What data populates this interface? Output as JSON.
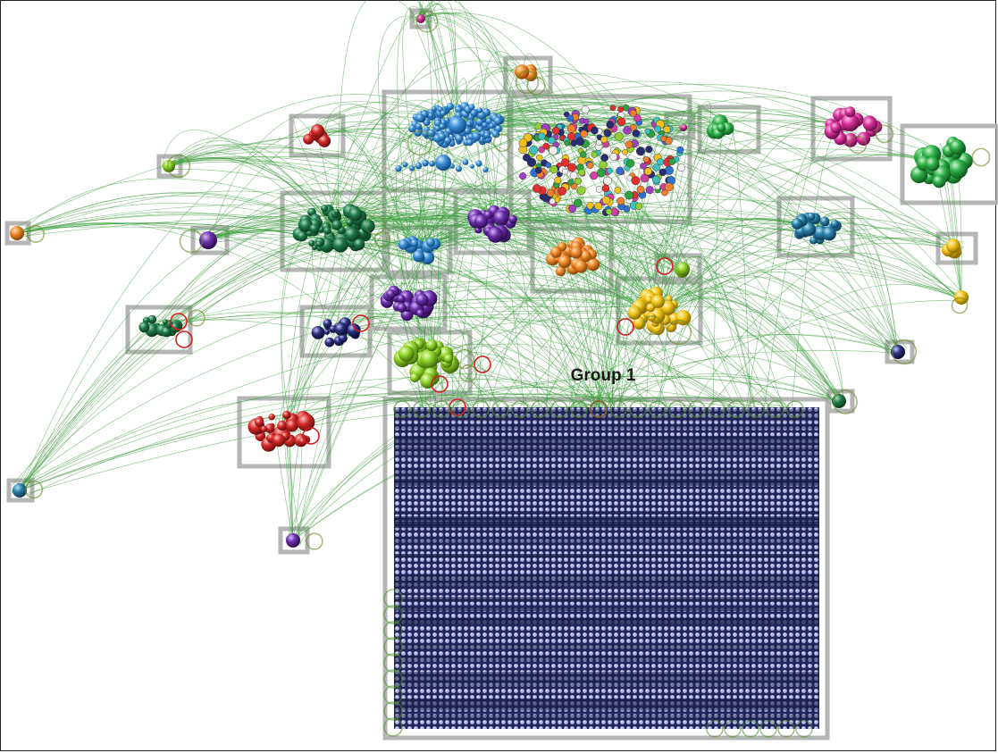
{
  "diagram": {
    "group_label": "Group 1",
    "colors": {
      "edge": "#3a9a3a",
      "self_loop": "#d42020",
      "group_box": "#b5b5b5",
      "group1_fill": "#2a2d60",
      "group1_node": "#b8c0e8"
    },
    "clusters": [
      {
        "id": "c-blue-top",
        "color": "#3b8fd6"
      },
      {
        "id": "c-multicolor",
        "color": "multi"
      },
      {
        "id": "c-red-small",
        "color": "#d42a2a"
      },
      {
        "id": "c-orange-top",
        "color": "#ef8a2a"
      },
      {
        "id": "c-green-right-small",
        "color": "#2aa04a"
      },
      {
        "id": "c-magenta",
        "color": "#d8329a"
      },
      {
        "id": "c-green-big-right",
        "color": "#2fae48"
      },
      {
        "id": "c-darkgreen-left",
        "color": "#1f7a4a"
      },
      {
        "id": "c-blue-mid",
        "color": "#3b8fd6"
      },
      {
        "id": "c-purple-mid",
        "color": "#6a2fa8"
      },
      {
        "id": "c-orange-mid",
        "color": "#ef8a2a"
      },
      {
        "id": "c-teal-right",
        "color": "#2a7fa8"
      },
      {
        "id": "c-yellow-right",
        "color": "#f2c41a"
      },
      {
        "id": "c-purple-lower",
        "color": "#6a2fa8"
      },
      {
        "id": "c-darkgreen-far-left",
        "color": "#1f7a4a"
      },
      {
        "id": "c-navy-left",
        "color": "#2c2f7a"
      },
      {
        "id": "c-yellow-mid",
        "color": "#f2c41a"
      },
      {
        "id": "c-lime",
        "color": "#8fd22a"
      },
      {
        "id": "c-red-lower",
        "color": "#d42a2a"
      },
      {
        "id": "c-group1",
        "color": "#2a2d60"
      }
    ]
  }
}
